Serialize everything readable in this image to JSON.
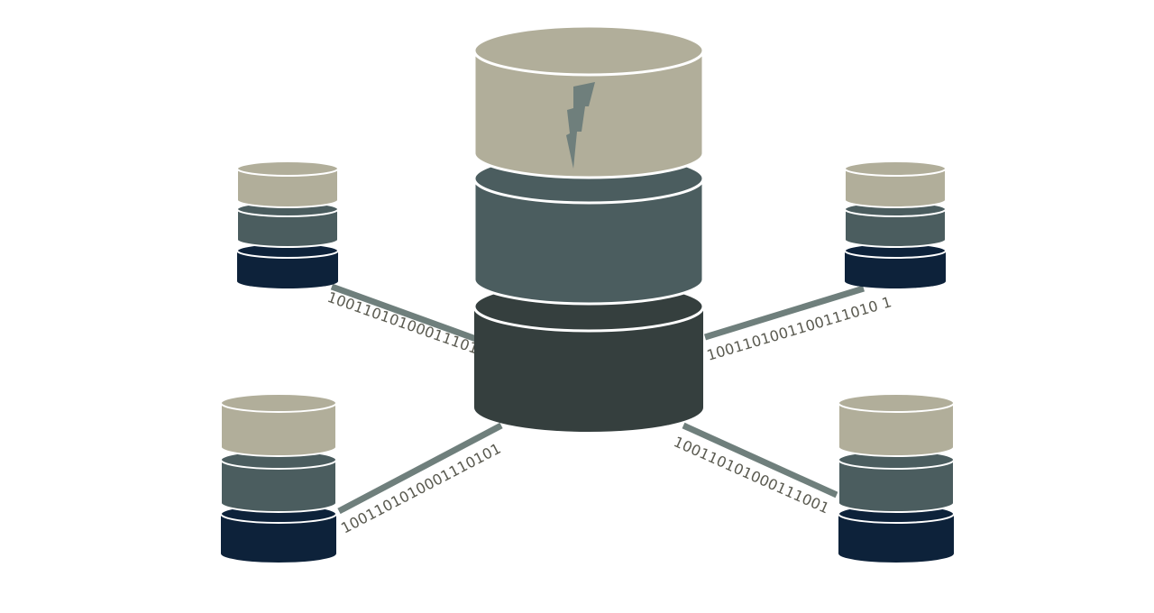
{
  "colors": {
    "background": "#ffffff",
    "beige": "#b1ae9a",
    "slate": "#4b5d5f",
    "charcoal": "#353f3e",
    "navy": "#0d223a",
    "connector": "#6f7f7c",
    "separator": "#ffffff",
    "bits_text": "#5a5a50",
    "bolt": "#6f7f7c"
  },
  "icons": {
    "main_server": "database-icon",
    "satellite": "database-icon",
    "bolt": "lightning-bolt-icon"
  },
  "links": [
    {
      "id": "top-left",
      "bits": "1001101010001110101"
    },
    {
      "id": "top-right",
      "bits": "1001101001100111010 1"
    },
    {
      "id": "bottom-left",
      "bits": "1001101010001110101"
    },
    {
      "id": "bottom-right",
      "bits": "100110101000111001"
    }
  ]
}
